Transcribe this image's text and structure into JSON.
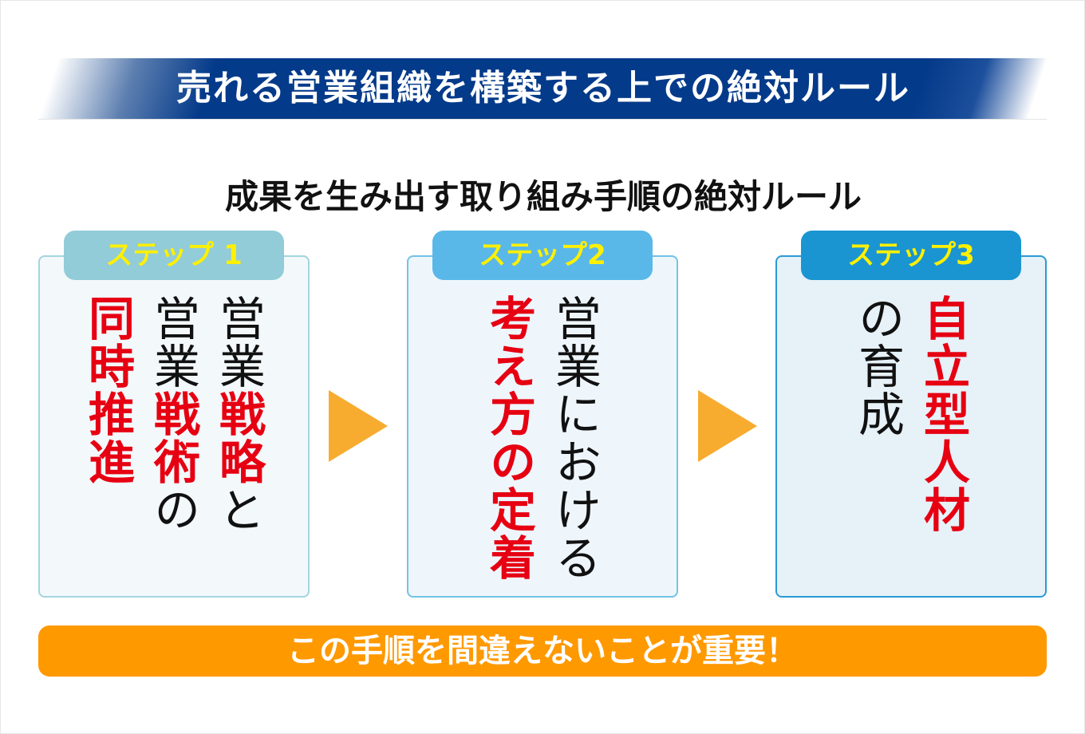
{
  "header": {
    "title": "売れる営業組織を構築する上での絶対ルール"
  },
  "subtitle": "成果を生み出す取り組み手順の絶対ルール",
  "steps": [
    {
      "label": "ステップ 1",
      "columns": [
        [
          {
            "t": "営業"
          },
          {
            "t": "戦略",
            "red": true
          },
          {
            "t": "と"
          }
        ],
        [
          {
            "t": "営業"
          },
          {
            "t": "戦術",
            "red": true
          },
          {
            "t": "の"
          }
        ],
        [
          {
            "t": "同時推進",
            "red": true
          }
        ]
      ]
    },
    {
      "label": "ステップ2",
      "columns": [
        [
          {
            "t": "営業における"
          }
        ],
        [
          {
            "t": "考え方の定着",
            "red": true
          }
        ]
      ]
    },
    {
      "label": "ステップ3",
      "columns": [
        [
          {
            "t": "自立型人材",
            "red": true
          }
        ],
        [
          {
            "t": "の育成"
          }
        ]
      ]
    }
  ],
  "footer": "この手順を間違えないことが重要！",
  "colors": {
    "header": "#043a8a",
    "accent_red": "#e60012",
    "tab_text": "#fff000",
    "arrow": "#f7ac2f",
    "footer": "#ff9900"
  }
}
